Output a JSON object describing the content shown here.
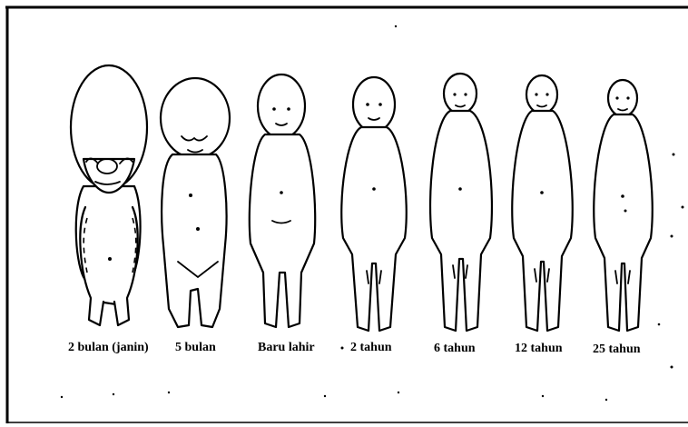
{
  "figure": {
    "stages": [
      {
        "label": "2 bulan (janin)"
      },
      {
        "label": "5 bulan"
      },
      {
        "label": "Baru lahir"
      },
      {
        "label": "2 tahun"
      },
      {
        "label": "6 tahun"
      },
      {
        "label": "12 tahun"
      },
      {
        "label": "25 tahun"
      }
    ]
  }
}
